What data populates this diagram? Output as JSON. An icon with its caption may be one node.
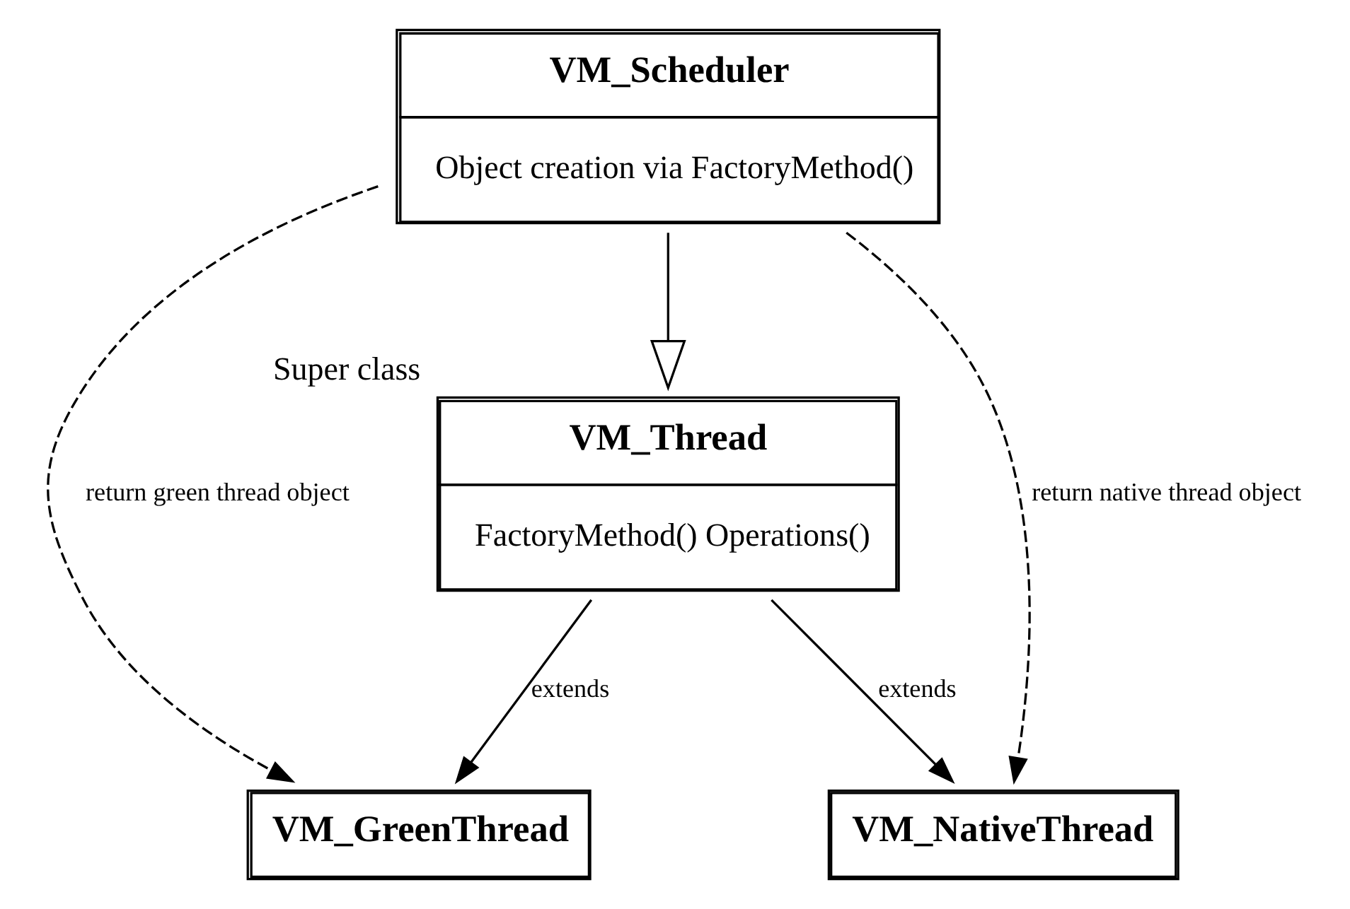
{
  "diagram": {
    "nodes": [
      {
        "text": [
          "VM_Thread",
          "FactoryMethod() Operations()"
        ],
        "beside": [
          "Super class"
        ]
      },
      {
        "text": [
          "VM_GreenThread"
        ]
      },
      {
        "text": [
          "VM_NativeThread"
        ]
      },
      {
        "text": [
          "VM_Scheduler",
          "Object creation via FactoryMethod()"
        ]
      }
    ],
    "edges": [
      {
        "from": 0,
        "to": 1,
        "arrow": "to",
        "label": "extends"
      },
      {
        "from": 0,
        "to": 2,
        "arrow": "to",
        "label": "extends"
      },
      {
        "from": 3,
        "to": 0,
        "arrow": "to"
      },
      {
        "from": 3,
        "to": 1,
        "arrow": "to",
        "style": "dashed",
        "label": "return green thread object"
      },
      {
        "from": 3,
        "to": 2,
        "arrow": "to",
        "style": "dashed",
        "label": "return native thread object"
      }
    ]
  }
}
